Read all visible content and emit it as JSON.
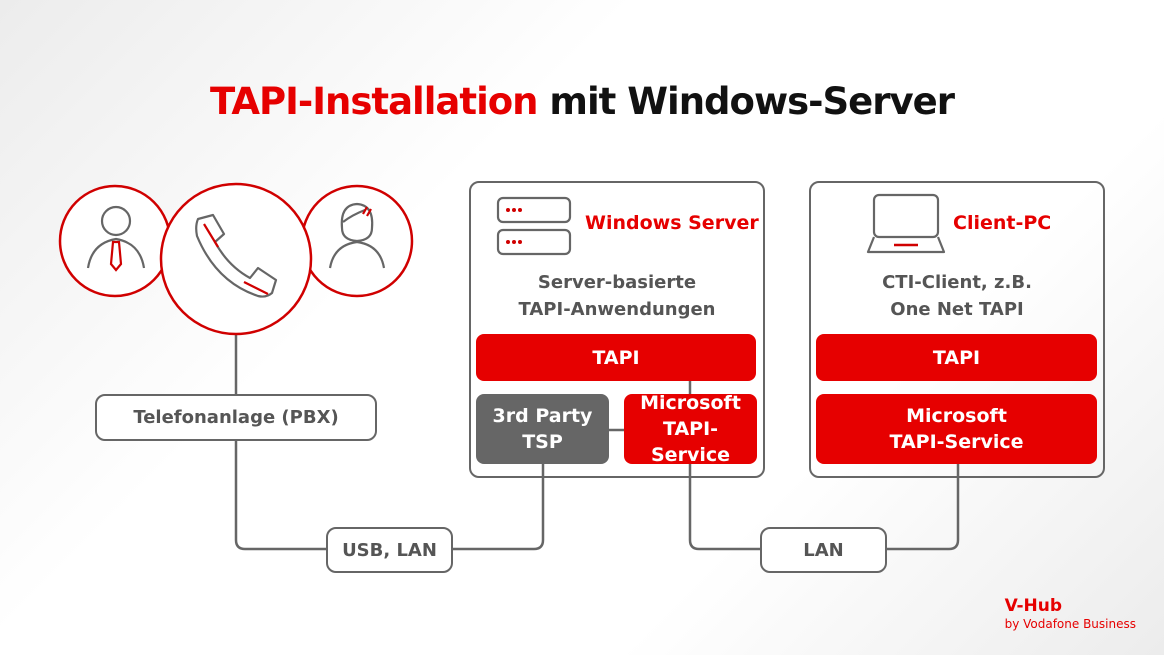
{
  "title": {
    "highlight": "TAPI-Installation",
    "rest": " mit Windows-Server"
  },
  "people": {
    "left_icon": "businessman-icon",
    "center_icon": "phone-handset-icon",
    "right_icon": "woman-icon"
  },
  "pbx": {
    "label": "Telefonanlage (PBX)"
  },
  "connections": {
    "usb_lan": "USB, LAN",
    "lan": "LAN"
  },
  "server": {
    "icon": "server-rack-icon",
    "title": "Windows Server",
    "desc_line1": "Server-basierte",
    "desc_line2": "TAPI-Anwendungen",
    "tapi": "TAPI",
    "tsp_line1": "3rd Party",
    "tsp_line2": "TSP",
    "ms_line1": "Microsoft",
    "ms_line2": "TAPI-Service"
  },
  "client": {
    "icon": "laptop-icon",
    "title": "Client-PC",
    "desc_line1": "CTI-Client, z.B.",
    "desc_line2": "One Net TAPI",
    "tapi": "TAPI",
    "ms_line1": "Microsoft",
    "ms_line2": "TAPI-Service"
  },
  "brand": {
    "name": "V-Hub",
    "sub": "by Vodafone Business"
  },
  "colors": {
    "accent": "#e60000",
    "grey": "#666666"
  }
}
